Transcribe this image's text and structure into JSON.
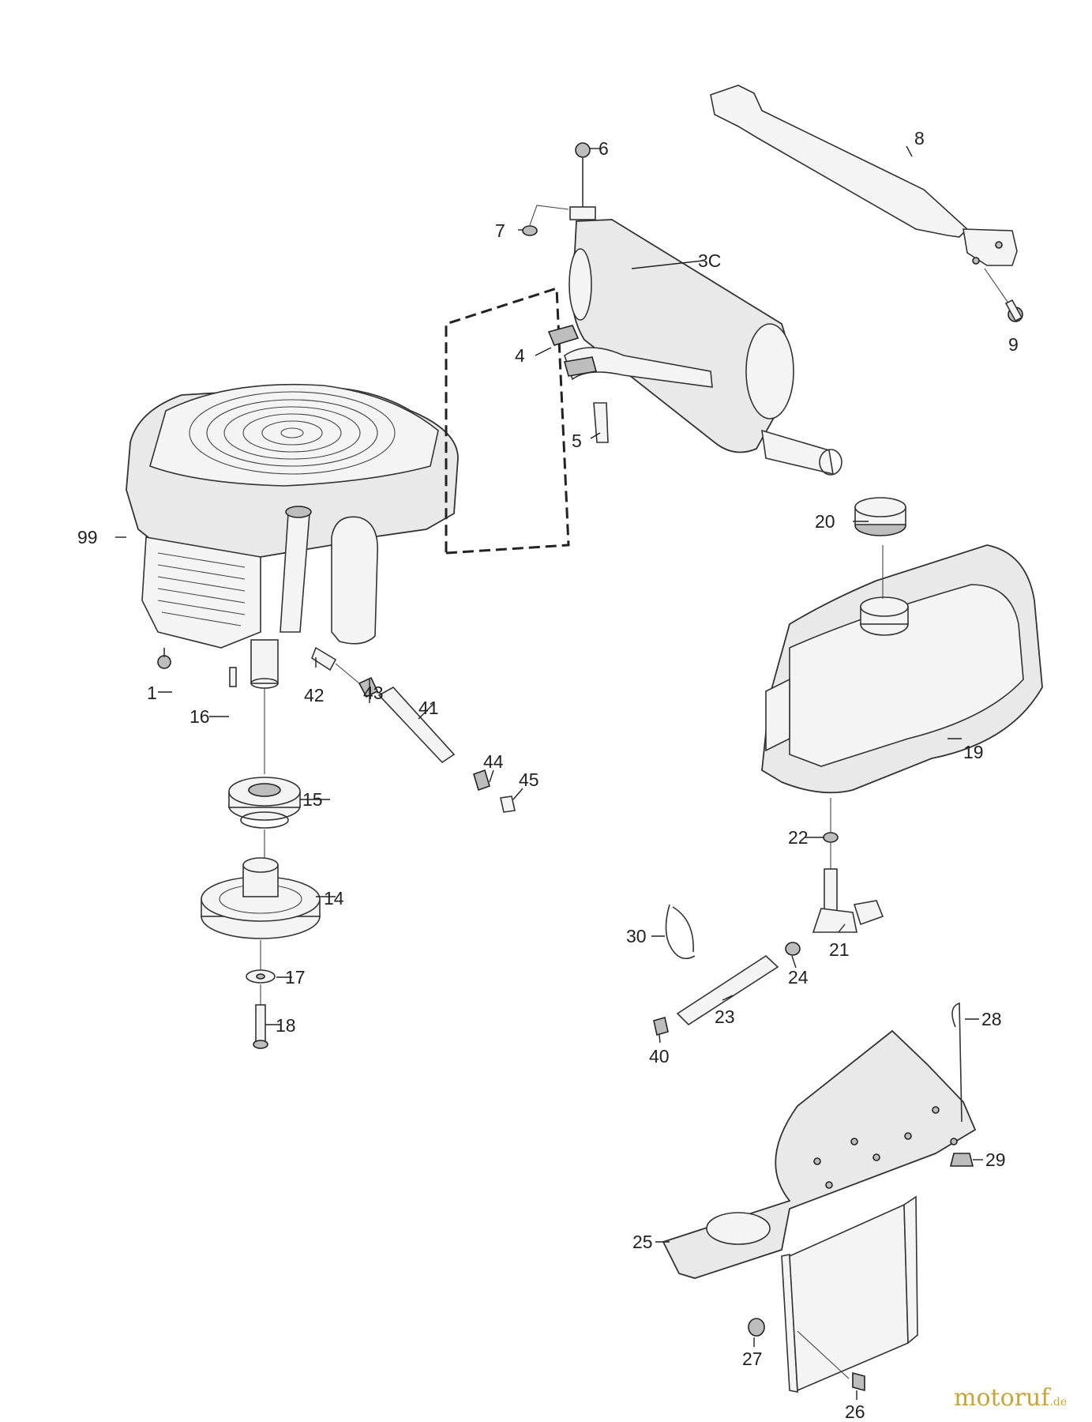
{
  "diagram": {
    "labels": {
      "p1": "1",
      "p3c": "3C",
      "p4": "4",
      "p5": "5",
      "p6": "6",
      "p7": "7",
      "p8": "8",
      "p9": "9",
      "p14": "14",
      "p15": "15",
      "p16": "16",
      "p17": "17",
      "p18": "18",
      "p19": "19",
      "p20": "20",
      "p21": "21",
      "p22": "22",
      "p23": "23",
      "p24": "24",
      "p25": "25",
      "p26": "26",
      "p27": "27",
      "p28": "28",
      "p29": "29",
      "p30": "30",
      "p40": "40",
      "p41": "41",
      "p42": "42",
      "p43": "43",
      "p44": "44",
      "p45": "45",
      "p99": "99"
    }
  },
  "watermark": {
    "brand": "motoruf",
    "suffix": ".de",
    "color": "#c9a437"
  }
}
